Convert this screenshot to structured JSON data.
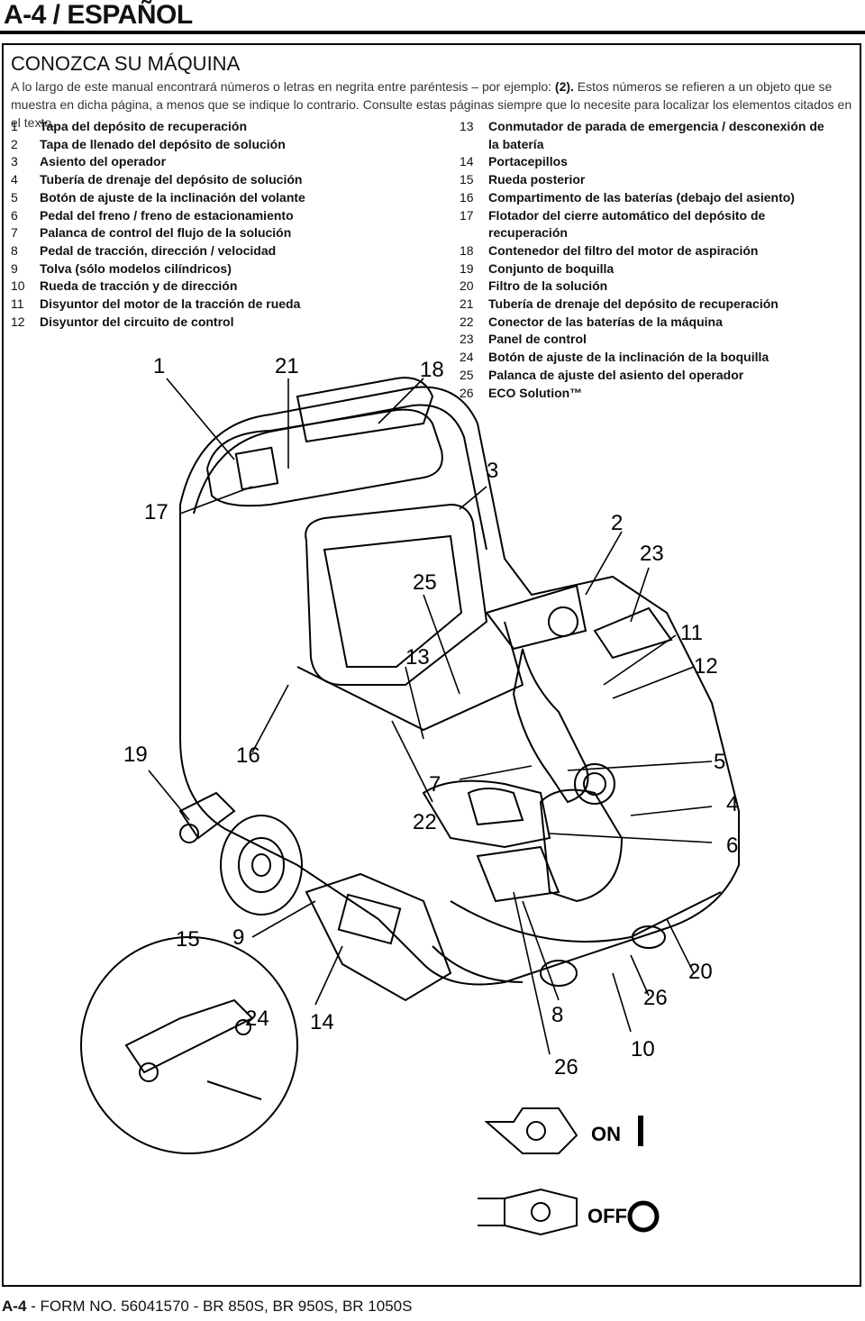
{
  "header": {
    "title": "A-4 / ESPAÑOL"
  },
  "section": {
    "title": "CONOZCA SU MÁQUINA",
    "intro_part1": "A lo largo de este manual encontrará números o letras en negrita entre paréntesis – por ejemplo: ",
    "intro_bold": "(2).",
    "intro_part2": " Estos números se refieren a un objeto que se muestra en dicha página, a menos que se indique lo contrario. Consulte estas páginas siempre que lo necesite para localizar los elementos citados en el texto."
  },
  "legend_left": [
    {
      "num": "1",
      "text": "Tapa del depósito de recuperación"
    },
    {
      "num": "2",
      "text": "Tapa de llenado del depósito de solución"
    },
    {
      "num": "3",
      "text": "Asiento del operador"
    },
    {
      "num": "4",
      "text": "Tubería de drenaje del depósito de solución"
    },
    {
      "num": "5",
      "text": "Botón de ajuste de la inclinación del volante"
    },
    {
      "num": "6",
      "text": "Pedal del freno / freno de estacionamiento"
    },
    {
      "num": "7",
      "text": "Palanca de control del flujo de la solución"
    },
    {
      "num": "8",
      "text": "Pedal de tracción, dirección / velocidad"
    },
    {
      "num": "9",
      "text": "Tolva (sólo modelos cilíndricos)"
    },
    {
      "num": "10",
      "text": "Rueda de tracción y de dirección"
    },
    {
      "num": "11",
      "text": "Disyuntor del motor de la tracción de rueda"
    },
    {
      "num": "12",
      "text": "Disyuntor del circuito de control"
    }
  ],
  "legend_right": [
    {
      "num": "13",
      "text": "Conmutador de parada de emergencia / desconexión de la batería"
    },
    {
      "num": "14",
      "text": "Portacepillos"
    },
    {
      "num": "15",
      "text": "Rueda posterior"
    },
    {
      "num": "16",
      "text": "Compartimento de las baterías (debajo del asiento)"
    },
    {
      "num": "17",
      "text": "Flotador del cierre automático del depósito de recuperación"
    },
    {
      "num": "18",
      "text": "Contenedor del filtro del motor de aspiración"
    },
    {
      "num": "19",
      "text": "Conjunto de boquilla"
    },
    {
      "num": "20",
      "text": "Filtro de la solución"
    },
    {
      "num": "21",
      "text": "Tubería de drenaje del depósito de recuperación"
    },
    {
      "num": "22",
      "text": "Conector de las baterías de la máquina"
    },
    {
      "num": "23",
      "text": "Panel de control"
    },
    {
      "num": "24",
      "text": "Botón de ajuste de la inclinación de la boquilla"
    },
    {
      "num": "25",
      "text": "Palanca de ajuste del asiento del operador"
    },
    {
      "num": "26",
      "text": "ECO Solution™"
    }
  ],
  "figure": {
    "callouts": [
      "1",
      "21",
      "18",
      "3",
      "17",
      "2",
      "23",
      "25",
      "11",
      "13",
      "12",
      "19",
      "16",
      "5",
      "7",
      "4",
      "22",
      "6",
      "15",
      "9",
      "20",
      "24",
      "14",
      "26",
      "8",
      "10",
      "26"
    ],
    "on_label": "ON",
    "off_label": "OFF"
  },
  "footer": {
    "page": "A-4",
    "form": " - FORM NO. 56041570 - BR 850S, BR 950S, BR 1050S"
  }
}
